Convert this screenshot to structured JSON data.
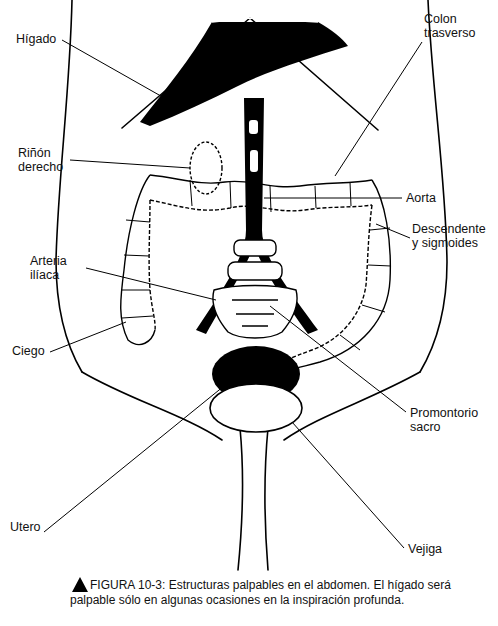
{
  "diagram": {
    "caption": "FIGURA 10-3: Estructuras palpables en el abdomen. El hígado será palpable sólo en algunas ocasiones en la inspiración profunda.",
    "labels": [
      "Hígado",
      "Colon trasverso",
      "Riñón derecho",
      "Aorta",
      "Descendente y sigmoides",
      "Arteria ilíaca",
      "Ciego",
      "Promontorio sacro",
      "Utero",
      "Vejiga"
    ]
  }
}
